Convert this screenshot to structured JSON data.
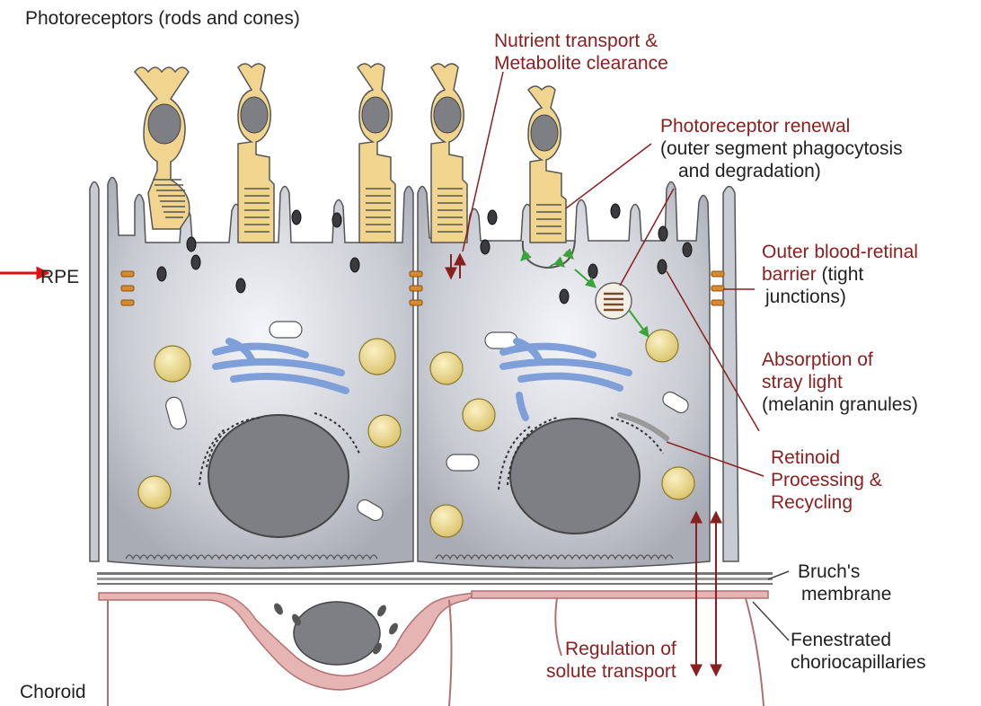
{
  "labels": {
    "photoreceptors": "Photoreceptors (rods and cones)",
    "rpe": "RPE",
    "choroid": "Choroid",
    "nutrient_l1": "Nutrient transport &",
    "nutrient_l2": "Metabolite clearance",
    "renewal_l1": "Photoreceptor renewal",
    "renewal_l2": "(outer segment phagocytosis",
    "renewal_l3": "and degradation)",
    "barrier_l1": "Outer blood-retinal",
    "barrier_l2a": "barrier",
    "barrier_l2b": " (tight",
    "barrier_l3": "junctions)",
    "absorption_l1": "Absorption of",
    "absorption_l2": "stray light",
    "absorption_l3": "(melanin granules)",
    "retinoid_l1": "Retinoid",
    "retinoid_l2": "Processing &",
    "retinoid_l3": "Recycling",
    "bruch_l1": "Bruch's",
    "bruch_l2": "membrane",
    "solute_l1": "Regulation of",
    "solute_l2": "solute transport",
    "fenestrated_l1": "Fenestrated",
    "fenestrated_l2": "choriocapillaries"
  },
  "colors": {
    "label_red": "#8a1f1f",
    "label_dark": "#222222",
    "rpe_cell": "#c9cbd3",
    "photoreceptor": "#f1d58e",
    "er": "#7f9fd8",
    "nucleus": "#7e7f85",
    "tight_junction": "#d98a2b",
    "capillary": "#e7b4b4",
    "pointer_arrow": "#e01010"
  }
}
